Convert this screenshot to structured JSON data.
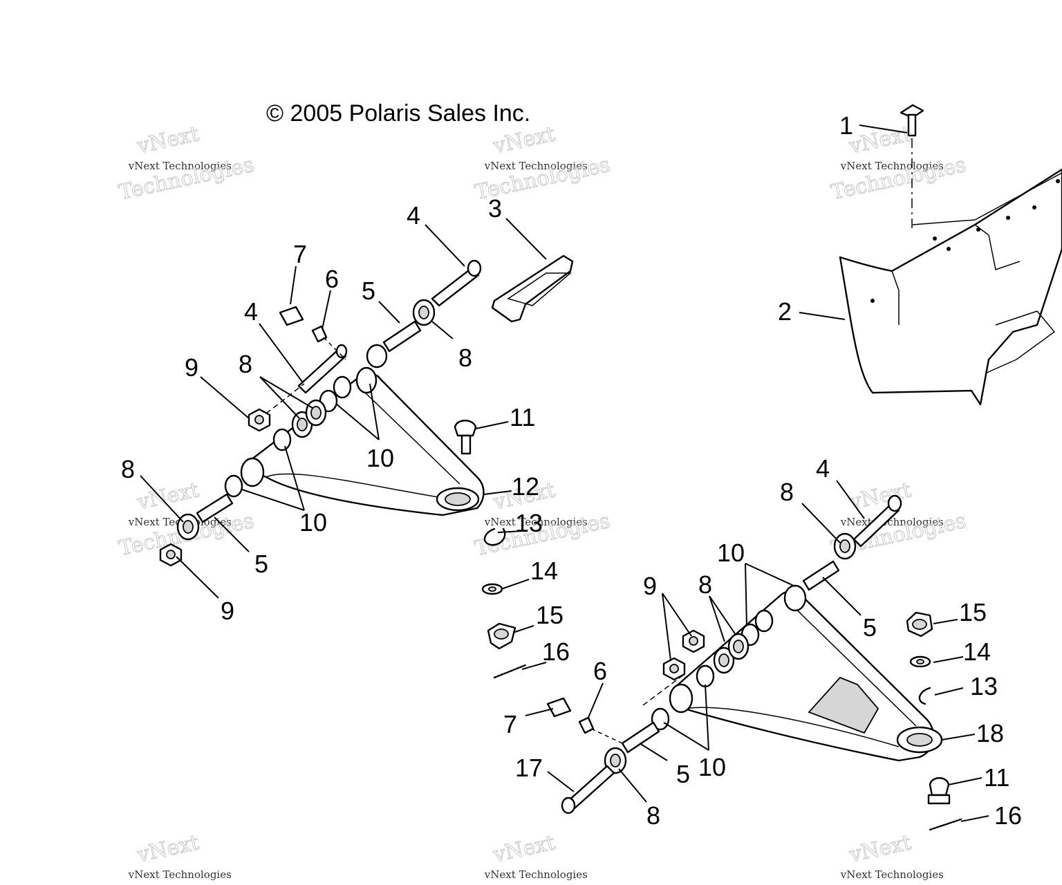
{
  "copyright": "© 2005 Polaris Sales Inc.",
  "watermark": {
    "line1": "vNext",
    "line2": "Technologies",
    "small": "vNext Technologies"
  },
  "callouts": [
    {
      "id": "c1",
      "text": "1"
    },
    {
      "id": "c2",
      "text": "2"
    },
    {
      "id": "c3",
      "text": "3"
    },
    {
      "id": "c4a",
      "text": "4"
    },
    {
      "id": "c7a",
      "text": "7"
    },
    {
      "id": "c6a",
      "text": "6"
    },
    {
      "id": "c5a",
      "text": "5"
    },
    {
      "id": "c4b",
      "text": "4"
    },
    {
      "id": "c8a",
      "text": "8"
    },
    {
      "id": "c9a",
      "text": "9"
    },
    {
      "id": "c8b",
      "text": "8"
    },
    {
      "id": "c11a",
      "text": "11"
    },
    {
      "id": "c10a",
      "text": "10"
    },
    {
      "id": "c8c",
      "text": "8"
    },
    {
      "id": "c12",
      "text": "12"
    },
    {
      "id": "c10b",
      "text": "10"
    },
    {
      "id": "c13a",
      "text": "13"
    },
    {
      "id": "c5b",
      "text": "5"
    },
    {
      "id": "c9b",
      "text": "9"
    },
    {
      "id": "c14a",
      "text": "14"
    },
    {
      "id": "c15a",
      "text": "15"
    },
    {
      "id": "c16a",
      "text": "16"
    },
    {
      "id": "c4c",
      "text": "4"
    },
    {
      "id": "c8d",
      "text": "8"
    },
    {
      "id": "c10c",
      "text": "10"
    },
    {
      "id": "c9c",
      "text": "9"
    },
    {
      "id": "c8e",
      "text": "8"
    },
    {
      "id": "c5c",
      "text": "5"
    },
    {
      "id": "c15b",
      "text": "15"
    },
    {
      "id": "c14b",
      "text": "14"
    },
    {
      "id": "c6b",
      "text": "6"
    },
    {
      "id": "c13b",
      "text": "13"
    },
    {
      "id": "c7b",
      "text": "7"
    },
    {
      "id": "c18",
      "text": "18"
    },
    {
      "id": "c17",
      "text": "17"
    },
    {
      "id": "c5d",
      "text": "5"
    },
    {
      "id": "c10d",
      "text": "10"
    },
    {
      "id": "c11b",
      "text": "11"
    },
    {
      "id": "c8f",
      "text": "8"
    },
    {
      "id": "c16b",
      "text": "16"
    }
  ]
}
